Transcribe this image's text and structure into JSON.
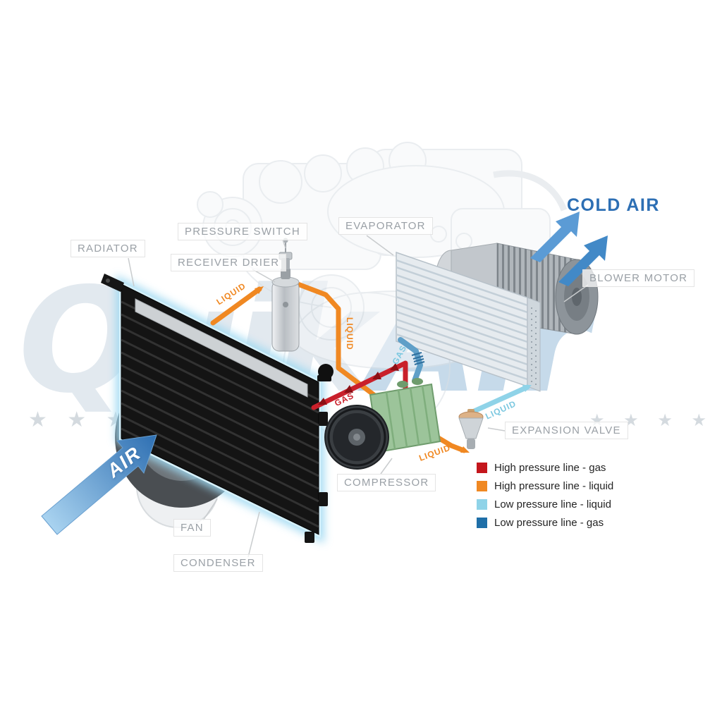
{
  "watermark": {
    "brand_left": "Quik",
    "brand_right": "Air",
    "stars_left": "★ ★ ★",
    "stars_mid": "★ ★ ★ ★ ★",
    "stars_right": "★ ★ ★ ★"
  },
  "air": {
    "in_label": "AIR",
    "cold_label": "COLD AIR"
  },
  "parts": {
    "radiator": "RADIATOR",
    "pressure_switch": "PRESSURE SWITCH",
    "receiver_drier": "RECEIVER DRIER",
    "evaporator": "EVAPORATOR",
    "blower_motor": "BLOWER MOTOR",
    "expansion_valve": "EXPANSION VALVE",
    "compressor": "COMPRESSOR",
    "fan": "FAN",
    "condenser": "CONDENSER"
  },
  "pipes": {
    "labels": {
      "liquid_condenser": "LIQUID",
      "liquid_drier": "LIQUID",
      "liquid_valve": "LIQUID",
      "liquid_evaporator": "LIQUID",
      "gas_discharge": "GAS",
      "gas_suction": "GAS"
    }
  },
  "legend": {
    "items": [
      {
        "label": "High pressure line - gas",
        "color": "#c4161c"
      },
      {
        "label": "High pressure line - liquid",
        "color": "#f08822"
      },
      {
        "label": "Low pressure line - liquid",
        "color": "#8fd3e8"
      },
      {
        "label": "Low pressure line -  gas",
        "color": "#1f6fa8"
      }
    ]
  },
  "colors": {
    "high_pressure_gas": "#c4161c",
    "high_pressure_liquid": "#f08822",
    "low_pressure_liquid": "#8fd3e8",
    "low_pressure_gas": "#1f6fa8",
    "air_arrow_blue": "#2e77ba",
    "cold_air_text": "#2d6fb4"
  }
}
